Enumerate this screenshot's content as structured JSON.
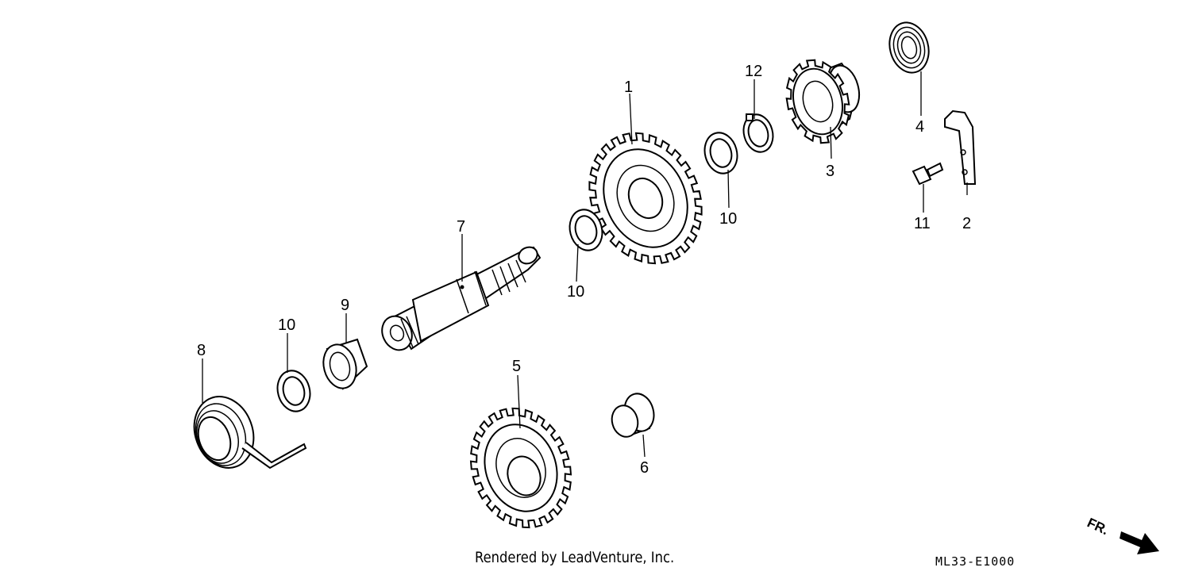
{
  "callouts": {
    "c1": "1",
    "c2": "2",
    "c3": "3",
    "c4": "4",
    "c5": "5",
    "c6": "6",
    "c7": "7",
    "c8": "8",
    "c9": "9",
    "c10a": "10",
    "c10b": "10",
    "c10c": "10",
    "c11": "11",
    "c12": "12"
  },
  "parts": {
    "gear_large": "gear",
    "gear_small": "gear",
    "shaft": "spindle",
    "spring_large": "spring",
    "spring_small": "spring",
    "ratchet": "ratchet",
    "washer": "washer",
    "collar": "collar",
    "bushing": "bushing",
    "clip": "circlip",
    "plate": "guide plate",
    "bolt": "bolt"
  },
  "direction_label": "FR.",
  "footer": "Rendered by LeadVenture, Inc.",
  "diagram_code": "ML33-E1000"
}
